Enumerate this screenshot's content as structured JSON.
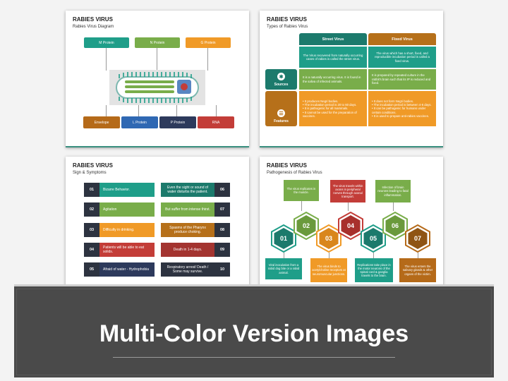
{
  "slides": {
    "diagram": {
      "title": "RABIES VIRUS",
      "subtitle": "Rabies Virus Diagram",
      "top_labels": [
        "M Protein",
        "N Protein",
        "G Protein"
      ],
      "bottom_labels": [
        "Envelope",
        "L Protein",
        "P Protein",
        "RNA"
      ]
    },
    "types": {
      "title": "RABIES VIRUS",
      "subtitle": "Types of Rabies Virus",
      "headers": [
        "Street Virus",
        "Fixed Virus"
      ],
      "definitions": [
        "The Virus recovered from naturally occurring cases of rabies is called the street virus.",
        "The virus which has a short, fixed, and reproducible incubation period is called a fixed virus."
      ],
      "rows": [
        {
          "label": "Sources",
          "street": [
            "It is a naturally occurring virus. It is found in the saliva of infected animals."
          ],
          "fixed": [
            "It is prepared by repeated culture in the rabbit's brain such that its IP is reduced and fixed."
          ]
        },
        {
          "label": "Features",
          "street": [
            "It produces Negri bodies.",
            "The incubation period is 20 to 60 days.",
            "It is pathogenic for all mammals.",
            "It cannot be used for the preparation of vaccines."
          ],
          "fixed": [
            "It does not form Negri bodies.",
            "The incubation period is between 4-6 days.",
            "It can be pathogenic for humans under certain conditions.",
            "It is used to prepare anti-rabies vaccines."
          ]
        }
      ]
    },
    "symptoms": {
      "title": "RABIES VIRUS",
      "subtitle": "Sign & Symptoms",
      "left": [
        {
          "num": "01",
          "text": "Bizarre Behavior."
        },
        {
          "num": "02",
          "text": "Agitation"
        },
        {
          "num": "03",
          "text": "Difficulty in drinking."
        },
        {
          "num": "04",
          "text": "Patients will be able to eat solids."
        },
        {
          "num": "05",
          "text": "Afraid of water - Hydrophobia"
        }
      ],
      "right": [
        {
          "num": "06",
          "text": "Even the sight or sound of water disturbs the patient."
        },
        {
          "num": "07",
          "text": "But suffer from intense thirst."
        },
        {
          "num": "08",
          "text": "Spasms of the Pharynx produce choking."
        },
        {
          "num": "09",
          "text": "Death in 1-4 days."
        },
        {
          "num": "10",
          "text": "Respiratory arrest/ Death / Some may survive."
        }
      ]
    },
    "pathogenesis": {
      "title": "RABIES VIRUS",
      "subtitle": "Pathogenesis of Rabies Virus",
      "steps": [
        {
          "num": "01",
          "text": "Viral inoculation from a rabid dog bite or a rabid animal."
        },
        {
          "num": "02",
          "text": "The virus replicates in the muscle."
        },
        {
          "num": "03",
          "text": "The virus binds to acetylcholine receptors at neuromuscular junctions."
        },
        {
          "num": "04",
          "text": "The virus travels within axons in peripheral nerves through axonal transport."
        },
        {
          "num": "05",
          "text": "Replications take place in the motor neurons of the spinal cord & ganglia travels to the brain."
        },
        {
          "num": "06",
          "text": "Infection of brain neurons leading to fatal inflammation."
        },
        {
          "num": "07",
          "text": "The virus enters the salivary glands & other organs of the victim."
        }
      ]
    }
  },
  "banner": {
    "title": "Multi-Color Version Images"
  },
  "colors": {
    "teal": "#1f9e89",
    "green": "#79ad4a",
    "orange": "#f09a27",
    "red": "#c33d38",
    "navy": "#2d3a5c",
    "blue": "#2f68b3",
    "brown": "#b56a19",
    "dark": "#2d3340",
    "darkteal": "#1c7a6c",
    "darkorange": "#b6701a"
  }
}
